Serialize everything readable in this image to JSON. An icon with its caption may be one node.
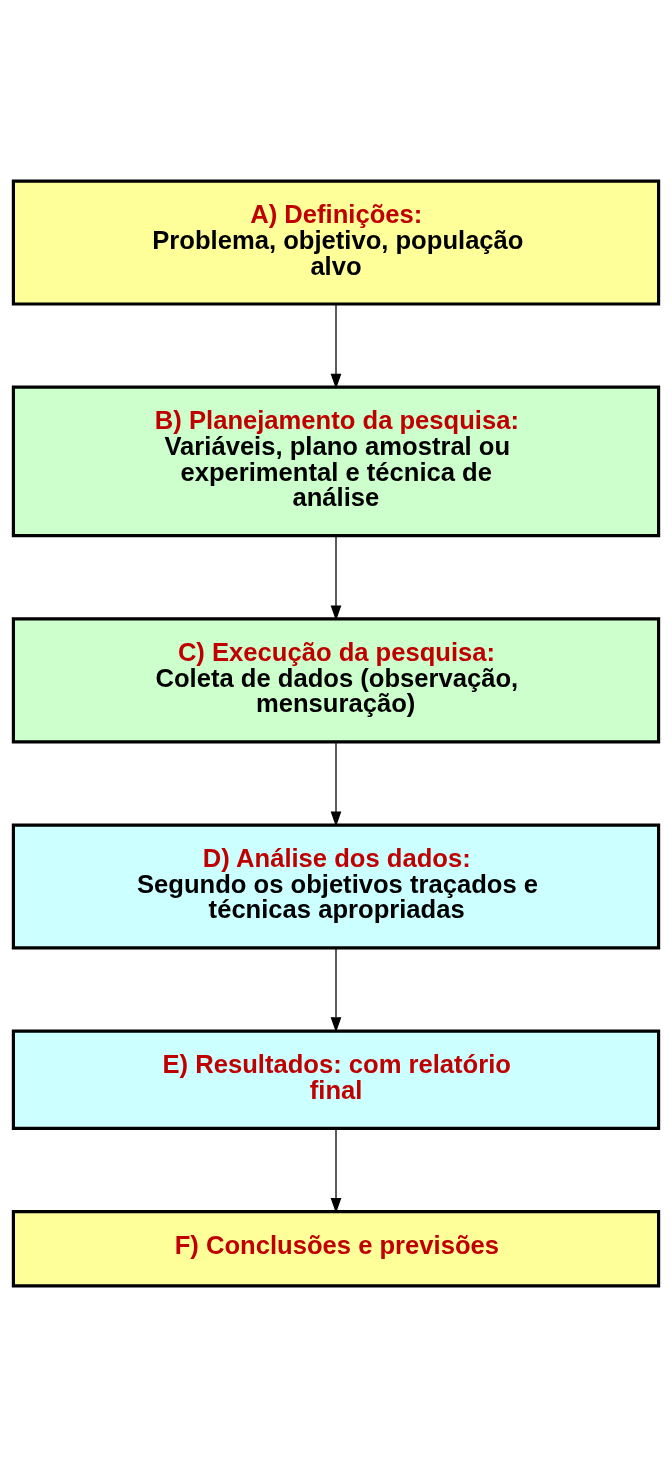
{
  "diagram": {
    "nodes": [
      {
        "text": [
          "A) Definições:",
          "Problema, objetivo, população alvo"
        ]
      },
      {
        "text": [
          "B) Planejamento da pesquisa:",
          "Variáveis, plano amostral ou experimental e técnica de análise"
        ]
      },
      {
        "text": [
          "C) Execução da pesquisa:",
          "Coleta de dados (observação, mensuração)"
        ]
      },
      {
        "text": [
          "D) Análise dos dados:",
          "Segundo os objetivos traçados e técnicas apropriadas"
        ]
      },
      {
        "text": [
          "E) Resultados: com relatório final"
        ]
      },
      {
        "text": [
          "F) Conclusões e previsões"
        ]
      }
    ],
    "edges": [
      {
        "from": 0,
        "to": 1,
        "arrow": "to"
      },
      {
        "from": 1,
        "to": 2,
        "arrow": "to"
      },
      {
        "from": 2,
        "to": 3,
        "arrow": "to"
      },
      {
        "from": 3,
        "to": 4,
        "arrow": "to"
      },
      {
        "from": 4,
        "to": 5,
        "arrow": "to"
      }
    ]
  }
}
